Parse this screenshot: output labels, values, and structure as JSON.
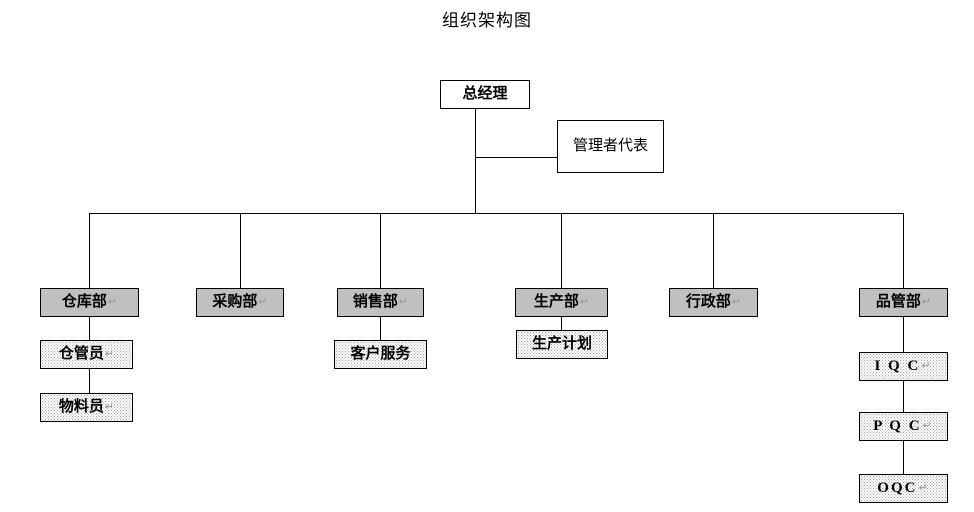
{
  "title": "组织架构图",
  "pilcrow": "↵",
  "colors": {
    "dept_fill": "#c0c0c0",
    "sub_fill": "#ffffff",
    "sub_dot": "#a8a8a8",
    "border": "#000000",
    "background": "#ffffff",
    "text": "#000000"
  },
  "chart_data": {
    "type": "org-chart",
    "title": "组织架构图",
    "root": "总经理",
    "staff": "管理者代表",
    "departments": [
      {
        "name": "仓库部",
        "children": [
          "仓管员",
          "物料员"
        ]
      },
      {
        "name": "采购部",
        "children": []
      },
      {
        "name": "销售部",
        "children": [
          "客户服务"
        ]
      },
      {
        "name": "生产部",
        "children": [
          "生产计划"
        ]
      },
      {
        "name": "行政部",
        "children": []
      },
      {
        "name": "品管部",
        "children": [
          "I Q C",
          "P Q C",
          "OQC"
        ]
      }
    ]
  },
  "nodes": {
    "gm": "总经理",
    "mgmt_rep": "管理者代表",
    "dept1": "仓库部",
    "dept1_sub1": "仓管员",
    "dept1_sub2": "物料员",
    "dept2": "采购部",
    "dept3": "销售部",
    "dept3_sub1": "客户服务",
    "dept4": "生产部",
    "dept4_sub1": "生产计划",
    "dept5": "行政部",
    "dept6": "品管部",
    "dept6_sub1": "I Q C",
    "dept6_sub2": "P Q C",
    "dept6_sub3": "OQC"
  }
}
